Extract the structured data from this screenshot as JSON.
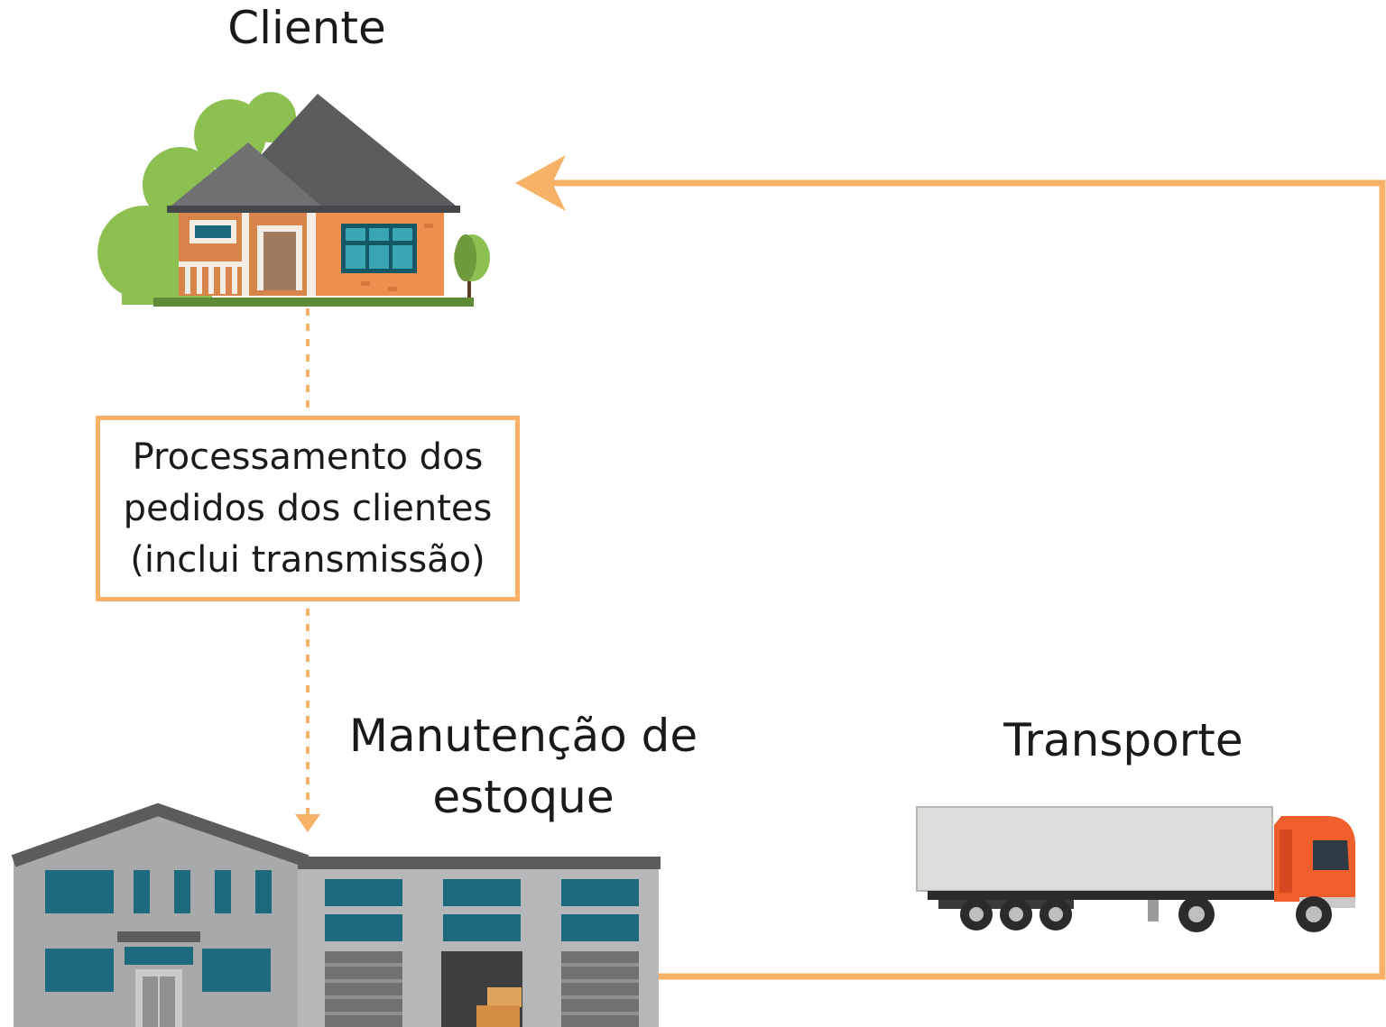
{
  "nodes": {
    "client": {
      "label": "Cliente"
    },
    "processing": {
      "lines": [
        "Processamento dos",
        "pedidos dos clientes",
        "(inclui transmissão)"
      ]
    },
    "inventory": {
      "lines": [
        "Manutenção de",
        "estoque"
      ]
    },
    "transport": {
      "label": "Transporte"
    }
  },
  "colors": {
    "flow_line": "#f7b267",
    "box_border": "#f7b267",
    "house_wall": "#ee8f4e",
    "roof": "#5a5c5d",
    "foliage": "#8cc152",
    "warehouse": "#a7a9ab",
    "window": "#1b6b7c",
    "truck_cab": "#ef5e2b",
    "trailer": "#dedcda"
  },
  "icons": [
    "house-icon",
    "warehouse-icon",
    "truck-icon"
  ]
}
